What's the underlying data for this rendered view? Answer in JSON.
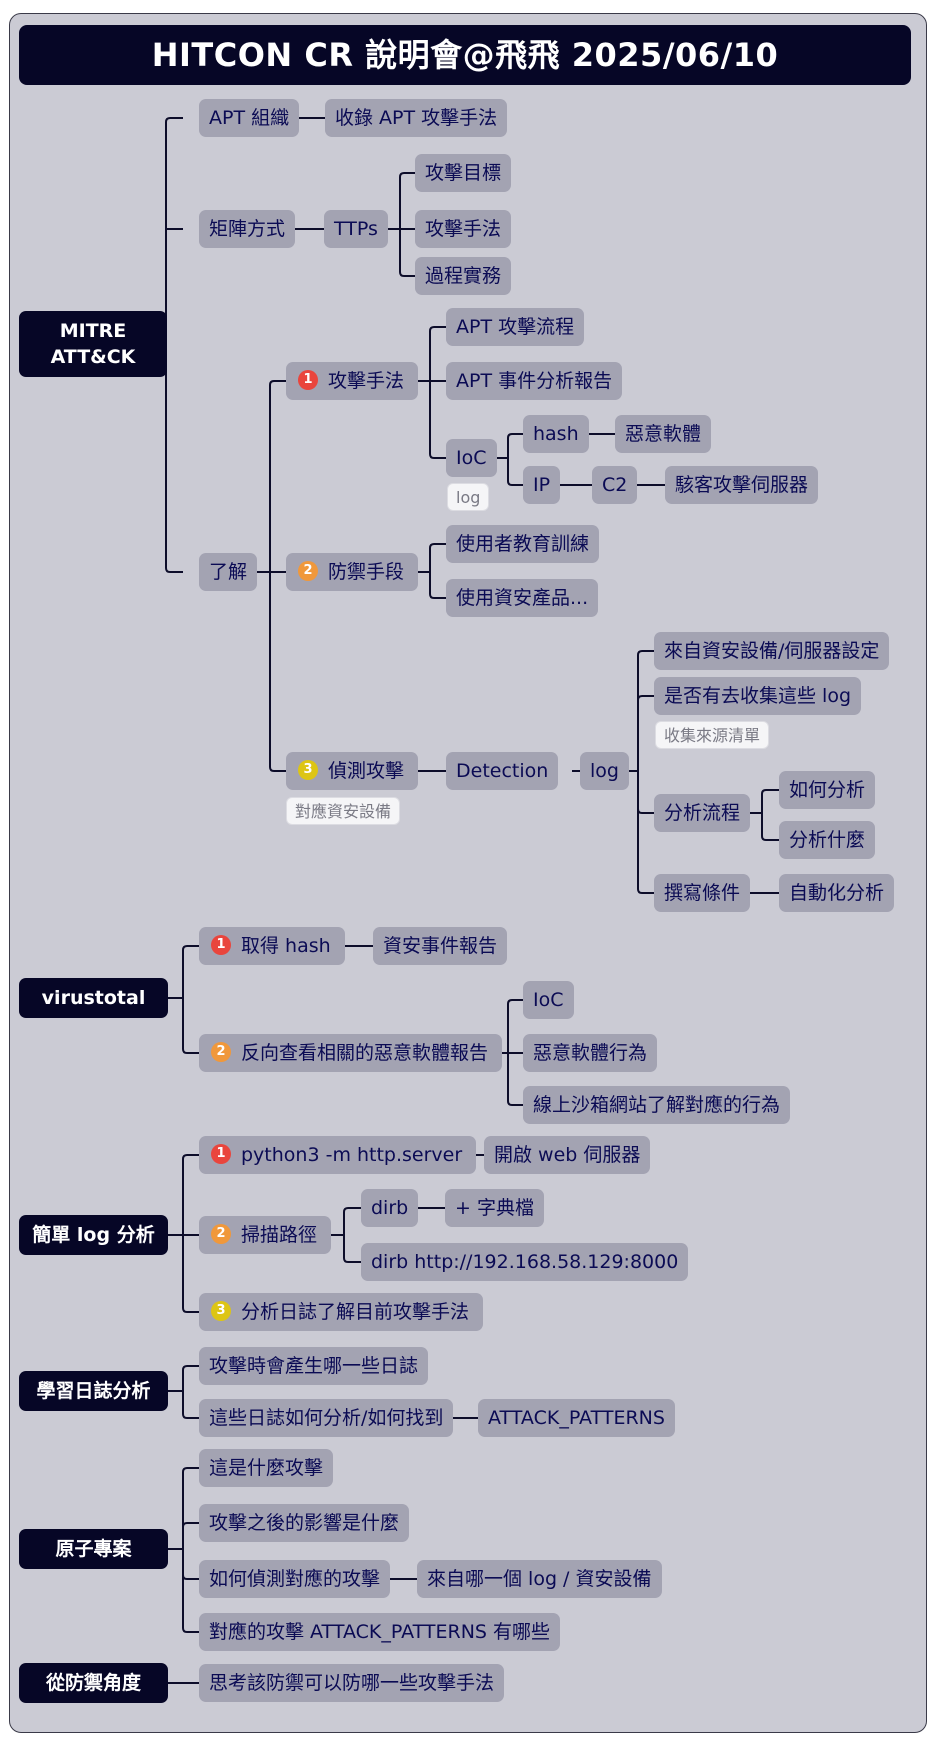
{
  "title": "HITCON CR 說明會@飛飛  2025/06/10",
  "colors": {
    "root_bg": "#060626",
    "node_bg": "#a3a3b2",
    "node_text": "#0b0b54",
    "canvas_bg": "#cbcbd4",
    "badge1": "#e9453d",
    "badge2": "#f0983b",
    "badge3": "#ddc514"
  },
  "badges": {
    "one": "1",
    "two": "2",
    "three": "3"
  },
  "mitre": {
    "root": "MITRE",
    "root2": "ATT&CK",
    "apt_org": "APT 組織",
    "apt_collect": "收錄 APT 攻擊手法",
    "matrix": "矩陣方式",
    "ttps": "TTPs",
    "target": "攻擊目標",
    "technique": "攻擊手法",
    "procedure": "過程實務",
    "understand": "了解",
    "attack_method": "攻擊手法",
    "apt_flow": "APT 攻擊流程",
    "apt_report": "APT 事件分析報告",
    "ioc": "IoC",
    "log_note": "log",
    "hash": "hash",
    "malware": "惡意軟體",
    "ip": "IP",
    "c2": "C2",
    "c2_server": "駭客攻擊伺服器",
    "defense": "防禦手段",
    "user_training": "使用者教育訓練",
    "security_products": "使用資安產品...",
    "detect": "偵測攻擊",
    "detect_note": "對應資安設備",
    "detection": "Detection",
    "log": "log",
    "from_devices": "來自資安設備/伺服器設定",
    "collect_logs": "是否有去收集這些 log",
    "collect_note": "收集來源清單",
    "analysis_flow": "分析流程",
    "how_analyze": "如何分析",
    "what_analyze": "分析什麼",
    "write_rules": "撰寫條件",
    "auto_analysis": "自動化分析"
  },
  "virustotal": {
    "root": "virustotal",
    "get_hash": "取得 hash",
    "incident_report": "資安事件報告",
    "reverse_lookup": "反向查看相關的惡意軟體報告",
    "ioc": "IoC",
    "malware_behavior": "惡意軟體行為",
    "sandbox": "線上沙箱網站了解對應的行為"
  },
  "simple_log": {
    "root": "簡單 log 分析",
    "python": "python3 -m http.server",
    "web_server": "開啟 web 伺服器",
    "scan": "掃描路徑",
    "dirb": "dirb",
    "dict": "+ 字典檔",
    "dirb_url": "dirb http://192.168.58.129:8000",
    "analyze_logs": "分析日誌了解目前攻擊手法"
  },
  "learn_logs": {
    "root": "學習日誌分析",
    "which_logs": "攻擊時會產生哪一些日誌",
    "how_find": "這些日誌如何分析/如何找到",
    "patterns": "ATTACK_PATTERNS"
  },
  "atomic": {
    "root": "原子專案",
    "what_attack": "這是什麼攻擊",
    "impact": "攻擊之後的影響是什麼",
    "how_detect": "如何偵測對應的攻擊",
    "which_log": "來自哪一個 log / 資安設備",
    "patterns": "對應的攻擊 ATTACK_PATTERNS 有哪些"
  },
  "defense_view": {
    "root": "從防禦角度",
    "think": "思考該防禦可以防哪一些攻擊手法"
  }
}
